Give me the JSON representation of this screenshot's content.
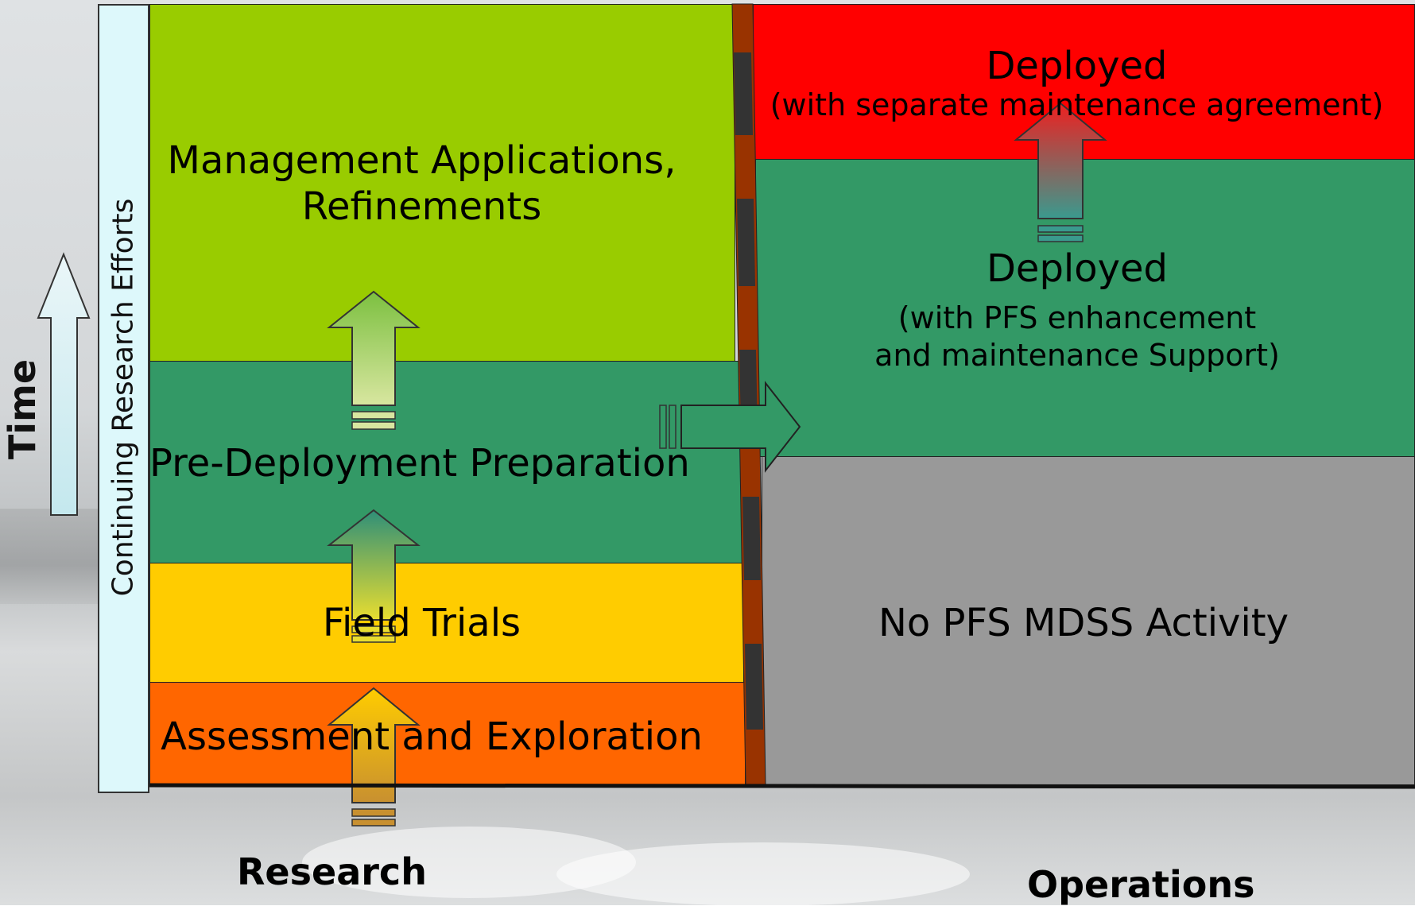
{
  "axis": {
    "time_label": "Time"
  },
  "sidebar": {
    "label": "Continuing Research Efforts"
  },
  "research_column": {
    "management": "Management Applications,\nRefinements",
    "pre_deployment": "Pre-Deployment Preparation",
    "field_trials": "Field Trials",
    "assessment": "Assessment and Exploration"
  },
  "operations_column": {
    "deployed_separate_title": "Deployed",
    "deployed_separate_sub": "(with separate maintenance agreement)",
    "deployed_pfs_title": "Deployed",
    "deployed_pfs_sub": "(with PFS enhancement\nand maintenance Support)",
    "no_activity": "No PFS MDSS Activity"
  },
  "footer": {
    "research": "Research",
    "operations": "Operations"
  },
  "colors": {
    "management": "#99cc00",
    "pre_deployment": "#339966",
    "field_trials": "#ffcc00",
    "assessment": "#ff6600",
    "deployed_separate": "#ff0000",
    "deployed_pfs": "#339966",
    "no_activity": "#999999",
    "sidebar": "#ddf8fb"
  }
}
